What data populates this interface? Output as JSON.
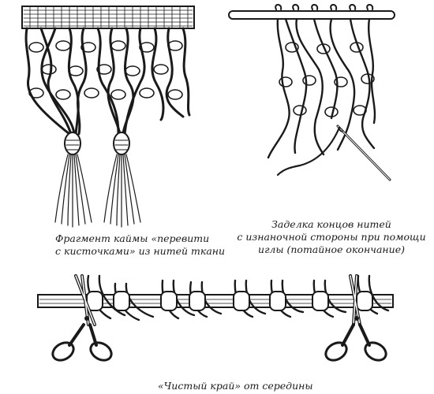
{
  "captions": {
    "fringe": {
      "line1": "Фрагмент каймы «перевити",
      "line2": "с кисточками» из нитей ткани"
    },
    "ending": {
      "line1": "Заделка концов нитей",
      "line2": "с изнаночной стороны при помощи",
      "line3": "иглы (потайное окончание)"
    },
    "edge": {
      "line1": "«Чистый край» от середины"
    }
  },
  "icons": {
    "left_tool": "scissors-icon",
    "right_tool": "scissors-icon",
    "needle": "needle-icon"
  },
  "colors": {
    "ink": "#1a1a1a",
    "paper": "#ffffff"
  }
}
